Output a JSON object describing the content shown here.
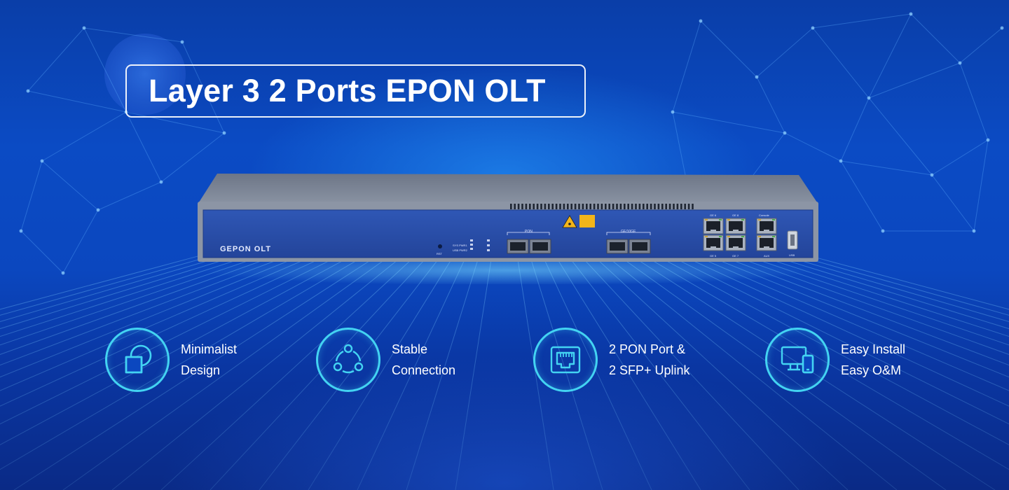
{
  "banner": {
    "title": "Layer 3 2 Ports EPON OLT"
  },
  "device": {
    "brand_label": "GEPON OLT",
    "pon_label": "PON",
    "uplink_label": "GE/10GE",
    "console_label": "Console",
    "aux_label": "AUX",
    "usb_label": "USB",
    "rst_label": "RST",
    "sys_label": "SYS PWR1",
    "usb_pwr_label": "USB PWR2",
    "ge_labels": [
      "GE 6",
      "GE 8",
      "GE 5",
      "GE 7"
    ]
  },
  "features": [
    {
      "icon": "minimalist-design-icon",
      "line1": "Minimalist",
      "line2": "Design"
    },
    {
      "icon": "stable-connection-icon",
      "line1": "Stable",
      "line2": "Connection"
    },
    {
      "icon": "ethernet-port-icon",
      "line1": "2 PON Port &",
      "line2": "2 SFP+ Uplink"
    },
    {
      "icon": "monitor-phone-icon",
      "line1": "Easy Install",
      "line2": "Easy O&M"
    }
  ],
  "colors": {
    "accent_ring": "#43d3f2",
    "background": "#0b4bc4",
    "device_face": "#2a4ea8"
  }
}
